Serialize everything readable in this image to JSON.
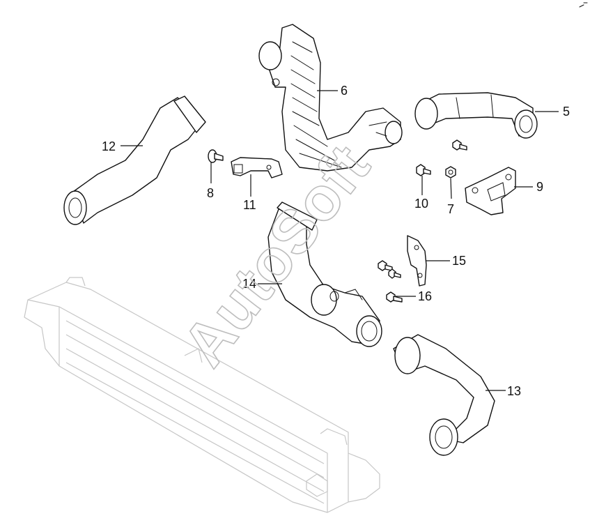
{
  "watermark": "AutoSoft",
  "colors": {
    "line": "#111111",
    "ghost": "#c6c6c6",
    "watermark": "#bdbdbd"
  },
  "callouts": [
    {
      "id": "5",
      "label": "5"
    },
    {
      "id": "6",
      "label": "6"
    },
    {
      "id": "7",
      "label": "7"
    },
    {
      "id": "8",
      "label": "8"
    },
    {
      "id": "9",
      "label": "9"
    },
    {
      "id": "10",
      "label": "10"
    },
    {
      "id": "11",
      "label": "11"
    },
    {
      "id": "12",
      "label": "12"
    },
    {
      "id": "13",
      "label": "13"
    },
    {
      "id": "14",
      "label": "14"
    },
    {
      "id": "15",
      "label": "15"
    },
    {
      "id": "16",
      "label": "16"
    }
  ]
}
